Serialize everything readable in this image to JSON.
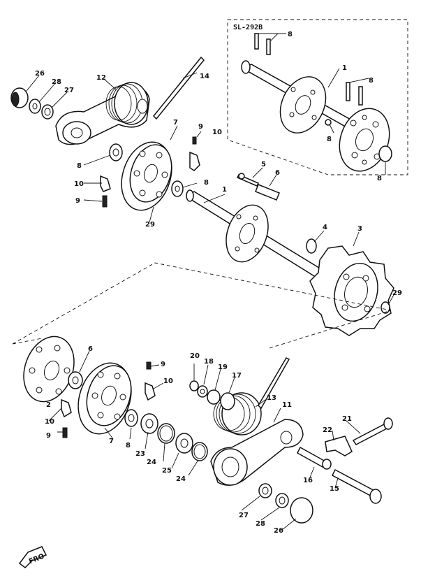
{
  "inset": {
    "title": "SL-292B"
  },
  "labels": {
    "p1_top": "1",
    "p1_inset": "1",
    "p2": "2",
    "p3": "3",
    "p4": "4",
    "p5": "5",
    "p6": "6",
    "p6_low": "6",
    "p7_top": "7",
    "p7_low": "7",
    "p8_inset_a": "8",
    "p8_inset_b": "8",
    "p8_inset_c": "8",
    "p8_inset_d": "8",
    "p8_top": "8",
    "p8_mid": "8",
    "p8_low": "8",
    "p9_top": "9",
    "p9_left": "9",
    "p9_low_a": "9",
    "p9_low_b": "9",
    "p10_top": "10",
    "p10_left": "10",
    "p10_low_a": "10",
    "p10_low_b": "10",
    "p11": "11",
    "p12": "12",
    "p13": "13",
    "p14": "14",
    "p15": "15",
    "p16": "16",
    "p17": "17",
    "p18": "18",
    "p19": "19",
    "p20": "20",
    "p21": "21",
    "p22": "22",
    "p23": "23",
    "p24_a": "24",
    "p24_b": "24",
    "p25": "25",
    "p26_top": "26",
    "p26_low": "26",
    "p27_top": "27",
    "p27_low": "27",
    "p28_top": "28",
    "p28_low": "28",
    "p29_a": "29",
    "p29_b": "29"
  },
  "front_marker": "FRO"
}
